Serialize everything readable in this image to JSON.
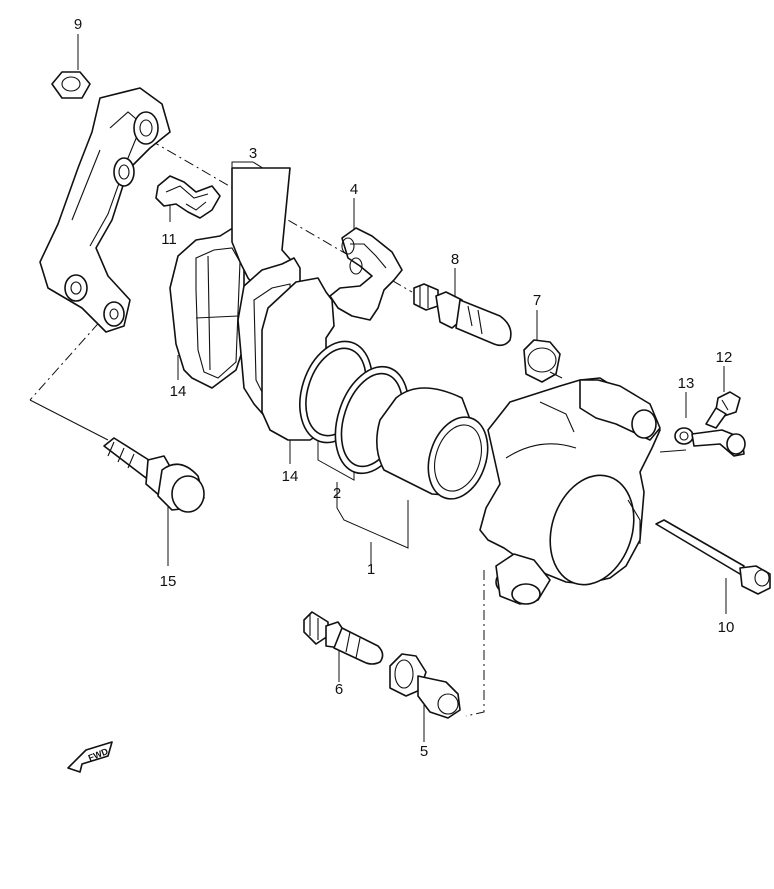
{
  "diagram": {
    "callouts": {
      "c1": "1",
      "c2": "2",
      "c3": "3",
      "c4": "4",
      "c5": "5",
      "c6": "6",
      "c7": "7",
      "c8": "8",
      "c9": "9",
      "c10": "10",
      "c11": "11",
      "c12": "12",
      "c13": "13",
      "c14a": "14",
      "c14b": "14",
      "c15": "15"
    },
    "fwd_label": "FWD"
  }
}
